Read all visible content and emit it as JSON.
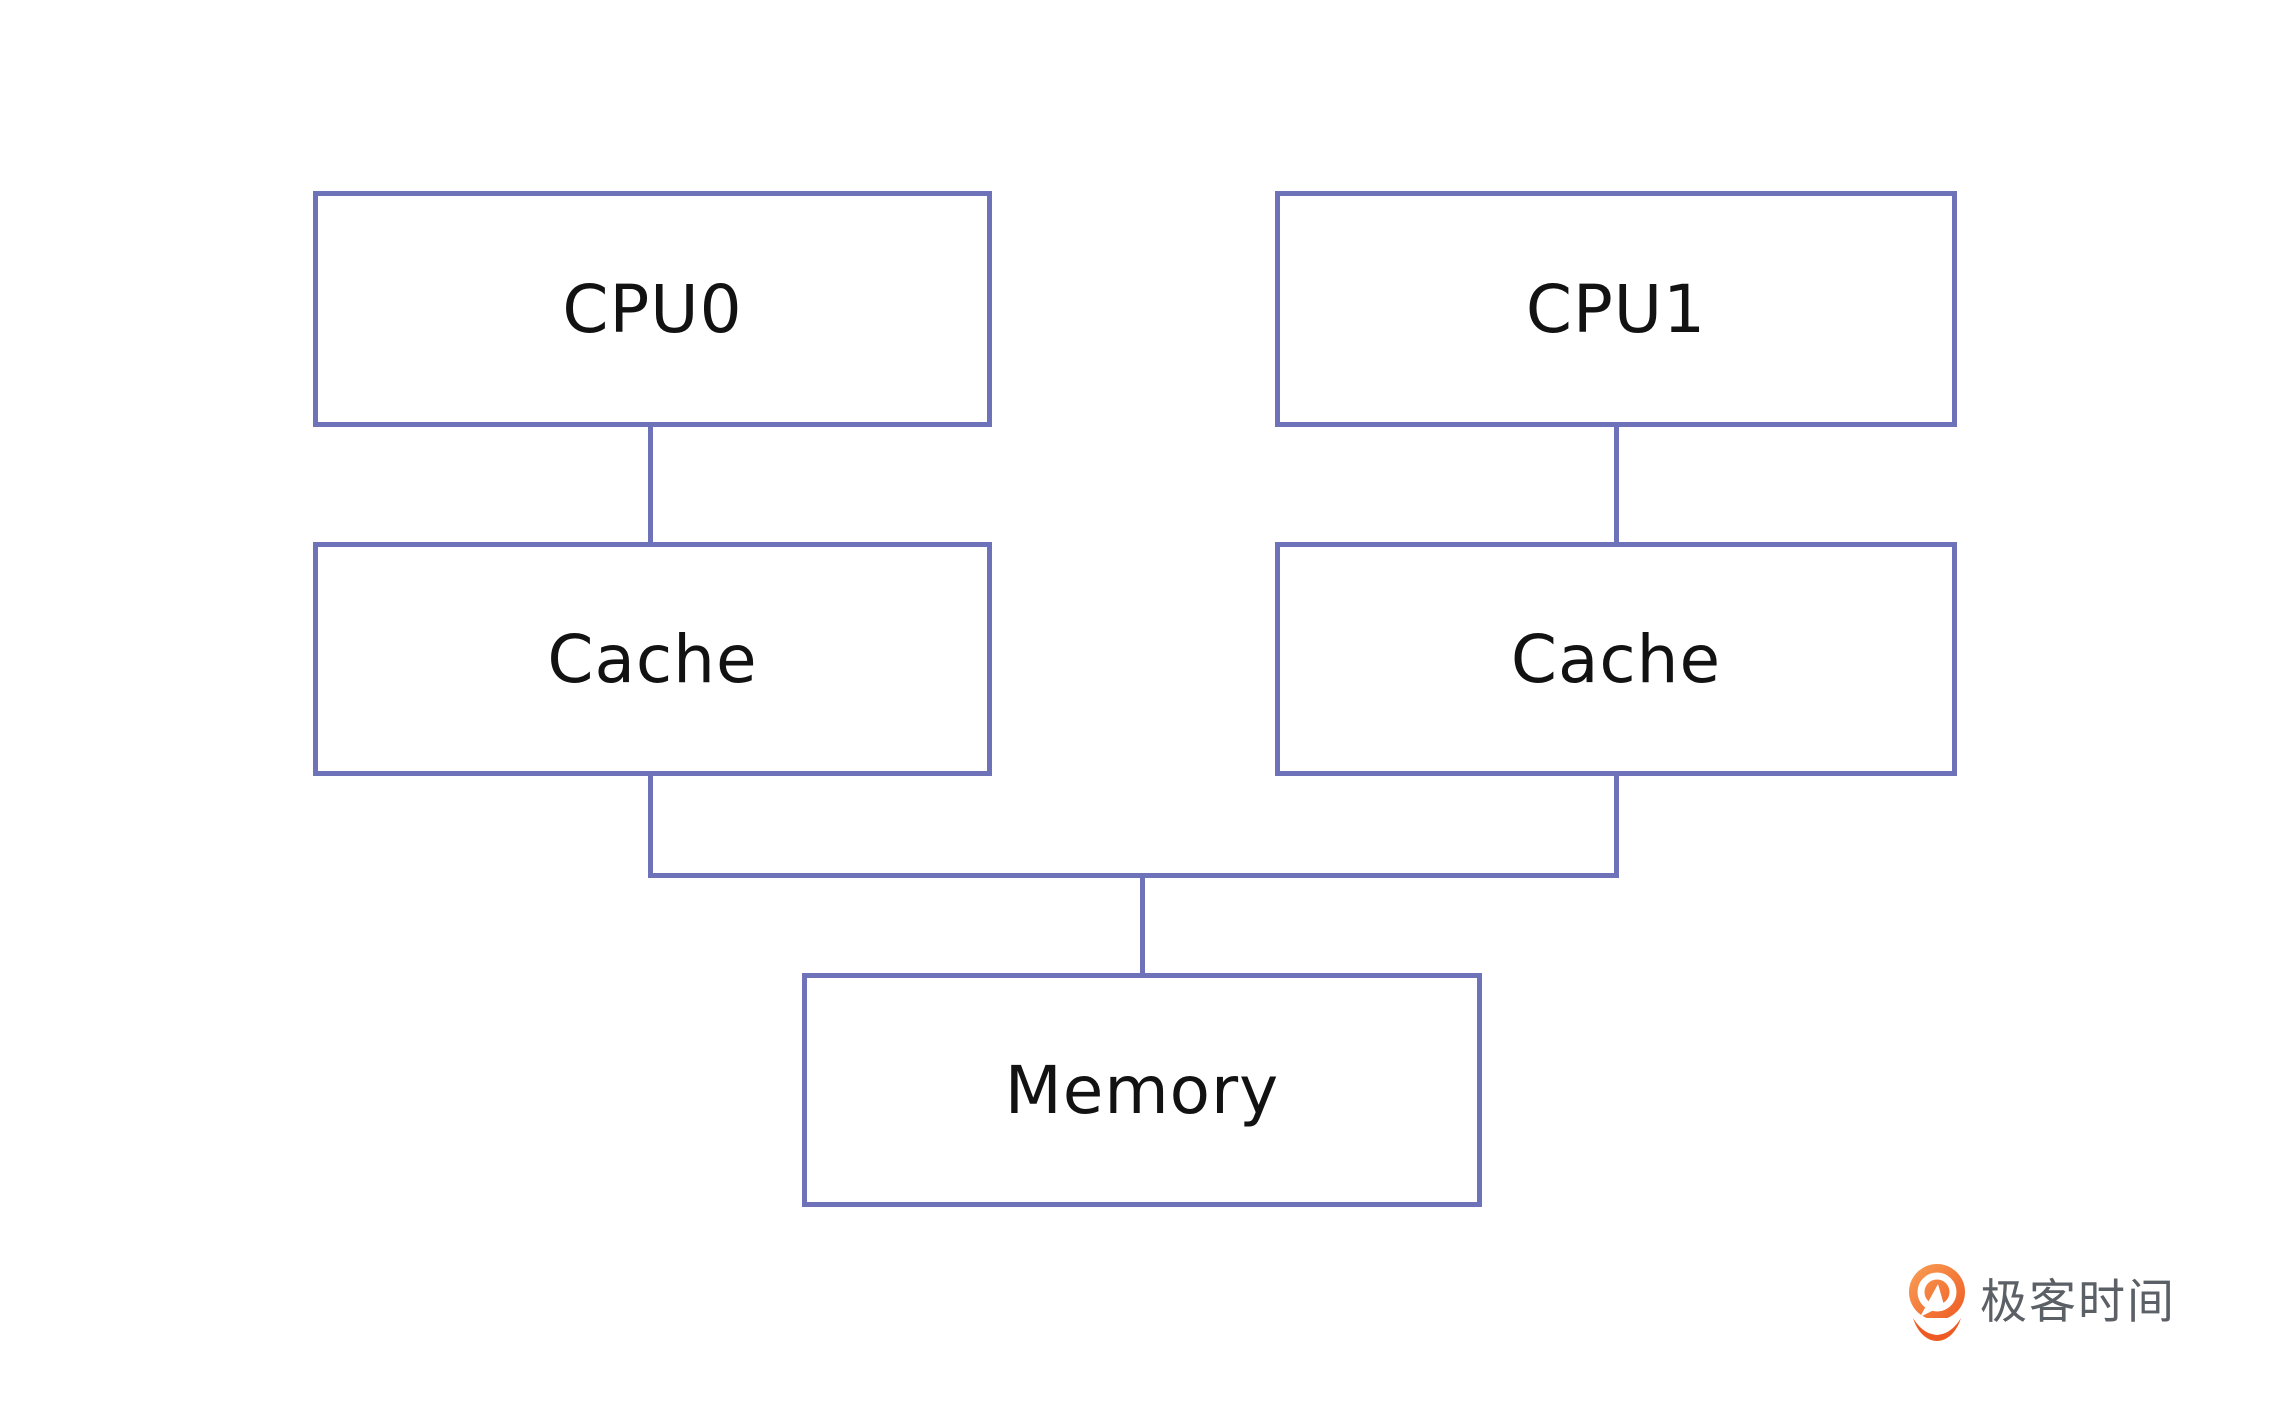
{
  "diagram": {
    "title": "dual-cpu-cache-memory-architecture",
    "nodes": [
      {
        "id": "cpu0",
        "label": "CPU0"
      },
      {
        "id": "cpu1",
        "label": "CPU1"
      },
      {
        "id": "cache0",
        "label": "Cache"
      },
      {
        "id": "cache1",
        "label": "Cache"
      },
      {
        "id": "memory",
        "label": "Memory"
      }
    ],
    "edges": [
      {
        "from": "cpu0",
        "to": "cache0"
      },
      {
        "from": "cpu1",
        "to": "cache1"
      },
      {
        "from": "cache0",
        "to": "memory"
      },
      {
        "from": "cache1",
        "to": "memory"
      }
    ]
  },
  "branding": {
    "logo_text": "极客时间"
  },
  "colors": {
    "background": "#ffffff",
    "box_border": "#6e73b9",
    "connector": "#6e73b9",
    "label_text": "#121212",
    "logo_orange_light": "#f9a056",
    "logo_orange_deep": "#ee5a23",
    "logo_text_gray": "#5b5f66"
  }
}
